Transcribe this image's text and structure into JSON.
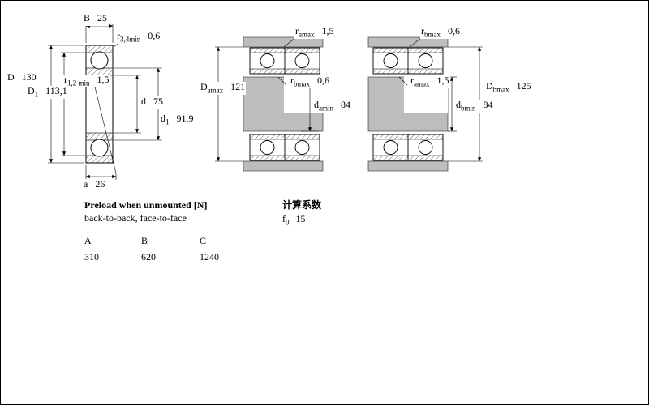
{
  "figure": {
    "left": {
      "B": {
        "sym": "B",
        "val": "25"
      },
      "r34": {
        "sym": "r",
        "sub": "3,4min",
        "val": "0,6"
      },
      "D": {
        "sym": "D",
        "val": "130"
      },
      "r12": {
        "sym": "r",
        "sub": "1,2 min",
        "val": "1,5"
      },
      "D1": {
        "sym": "D",
        "sub": "1",
        "val": "113,1"
      },
      "d": {
        "sym": "d",
        "val": "75"
      },
      "d1": {
        "sym": "d",
        "sub": "1",
        "val": "91,9"
      },
      "a": {
        "sym": "a",
        "val": "26"
      }
    },
    "middle": {
      "ramax": {
        "sym": "r",
        "sub": "amax",
        "val": "1,5"
      },
      "Damax": {
        "sym": "D",
        "sub": "amax",
        "val": "121"
      },
      "rbmax": {
        "sym": "r",
        "sub": "bmax",
        "val": "0,6"
      },
      "damin": {
        "sym": "d",
        "sub": "amin",
        "val": "84"
      }
    },
    "right": {
      "rbmax": {
        "sym": "r",
        "sub": "bmax",
        "val": "0,6"
      },
      "ramax": {
        "sym": "r",
        "sub": "amax",
        "val": "1,5"
      },
      "Dbmax": {
        "sym": "D",
        "sub": "bmax",
        "val": "125"
      },
      "dbmin": {
        "sym": "d",
        "sub": "bmin",
        "val": "84"
      }
    }
  },
  "preload": {
    "title": "Preload when unmounted [N]",
    "subtitle": "back-to-back, face-to-face",
    "columns": [
      "A",
      "B",
      "C"
    ],
    "values": [
      "310",
      "620",
      "1240"
    ]
  },
  "calc": {
    "title": "计算系数",
    "f0": {
      "sym": "f",
      "sub": "0",
      "val": "15"
    }
  },
  "colors": {
    "line": "#000000",
    "steel_gray": "#bdbdbd"
  }
}
